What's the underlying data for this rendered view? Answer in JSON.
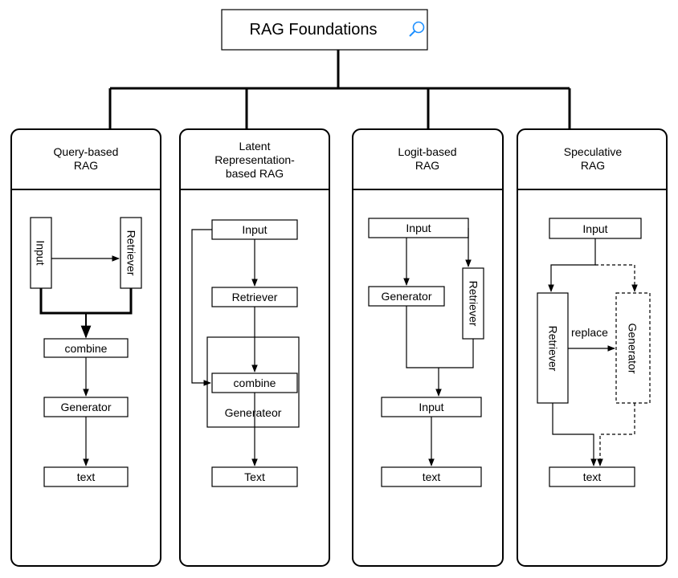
{
  "root": {
    "title": "RAG Foundations",
    "icon": "search-icon"
  },
  "panels": [
    {
      "title": "Query-based RAG",
      "nodes": {
        "input": "Input",
        "retriever": "Retriever",
        "combine": "combine",
        "generator": "Generator",
        "text": "text"
      }
    },
    {
      "title": "Latent Representation-based RAG",
      "nodes": {
        "input": "Input",
        "retriever": "Retriever",
        "combine": "combine",
        "generator": "Generateor",
        "text": "Text"
      }
    },
    {
      "title": "Logit-based RAG",
      "nodes": {
        "input": "Input",
        "generator": "Generator",
        "retriever": "Retriever",
        "input2": "Input",
        "text": "text"
      }
    },
    {
      "title": "Speculative RAG",
      "nodes": {
        "input": "Input",
        "retriever": "Retriever",
        "replace": "replace",
        "generator": "Generator",
        "text": "text"
      }
    }
  ],
  "colors": {
    "stroke": "#000000",
    "background": "#ffffff",
    "icon": "#1e90ff"
  }
}
